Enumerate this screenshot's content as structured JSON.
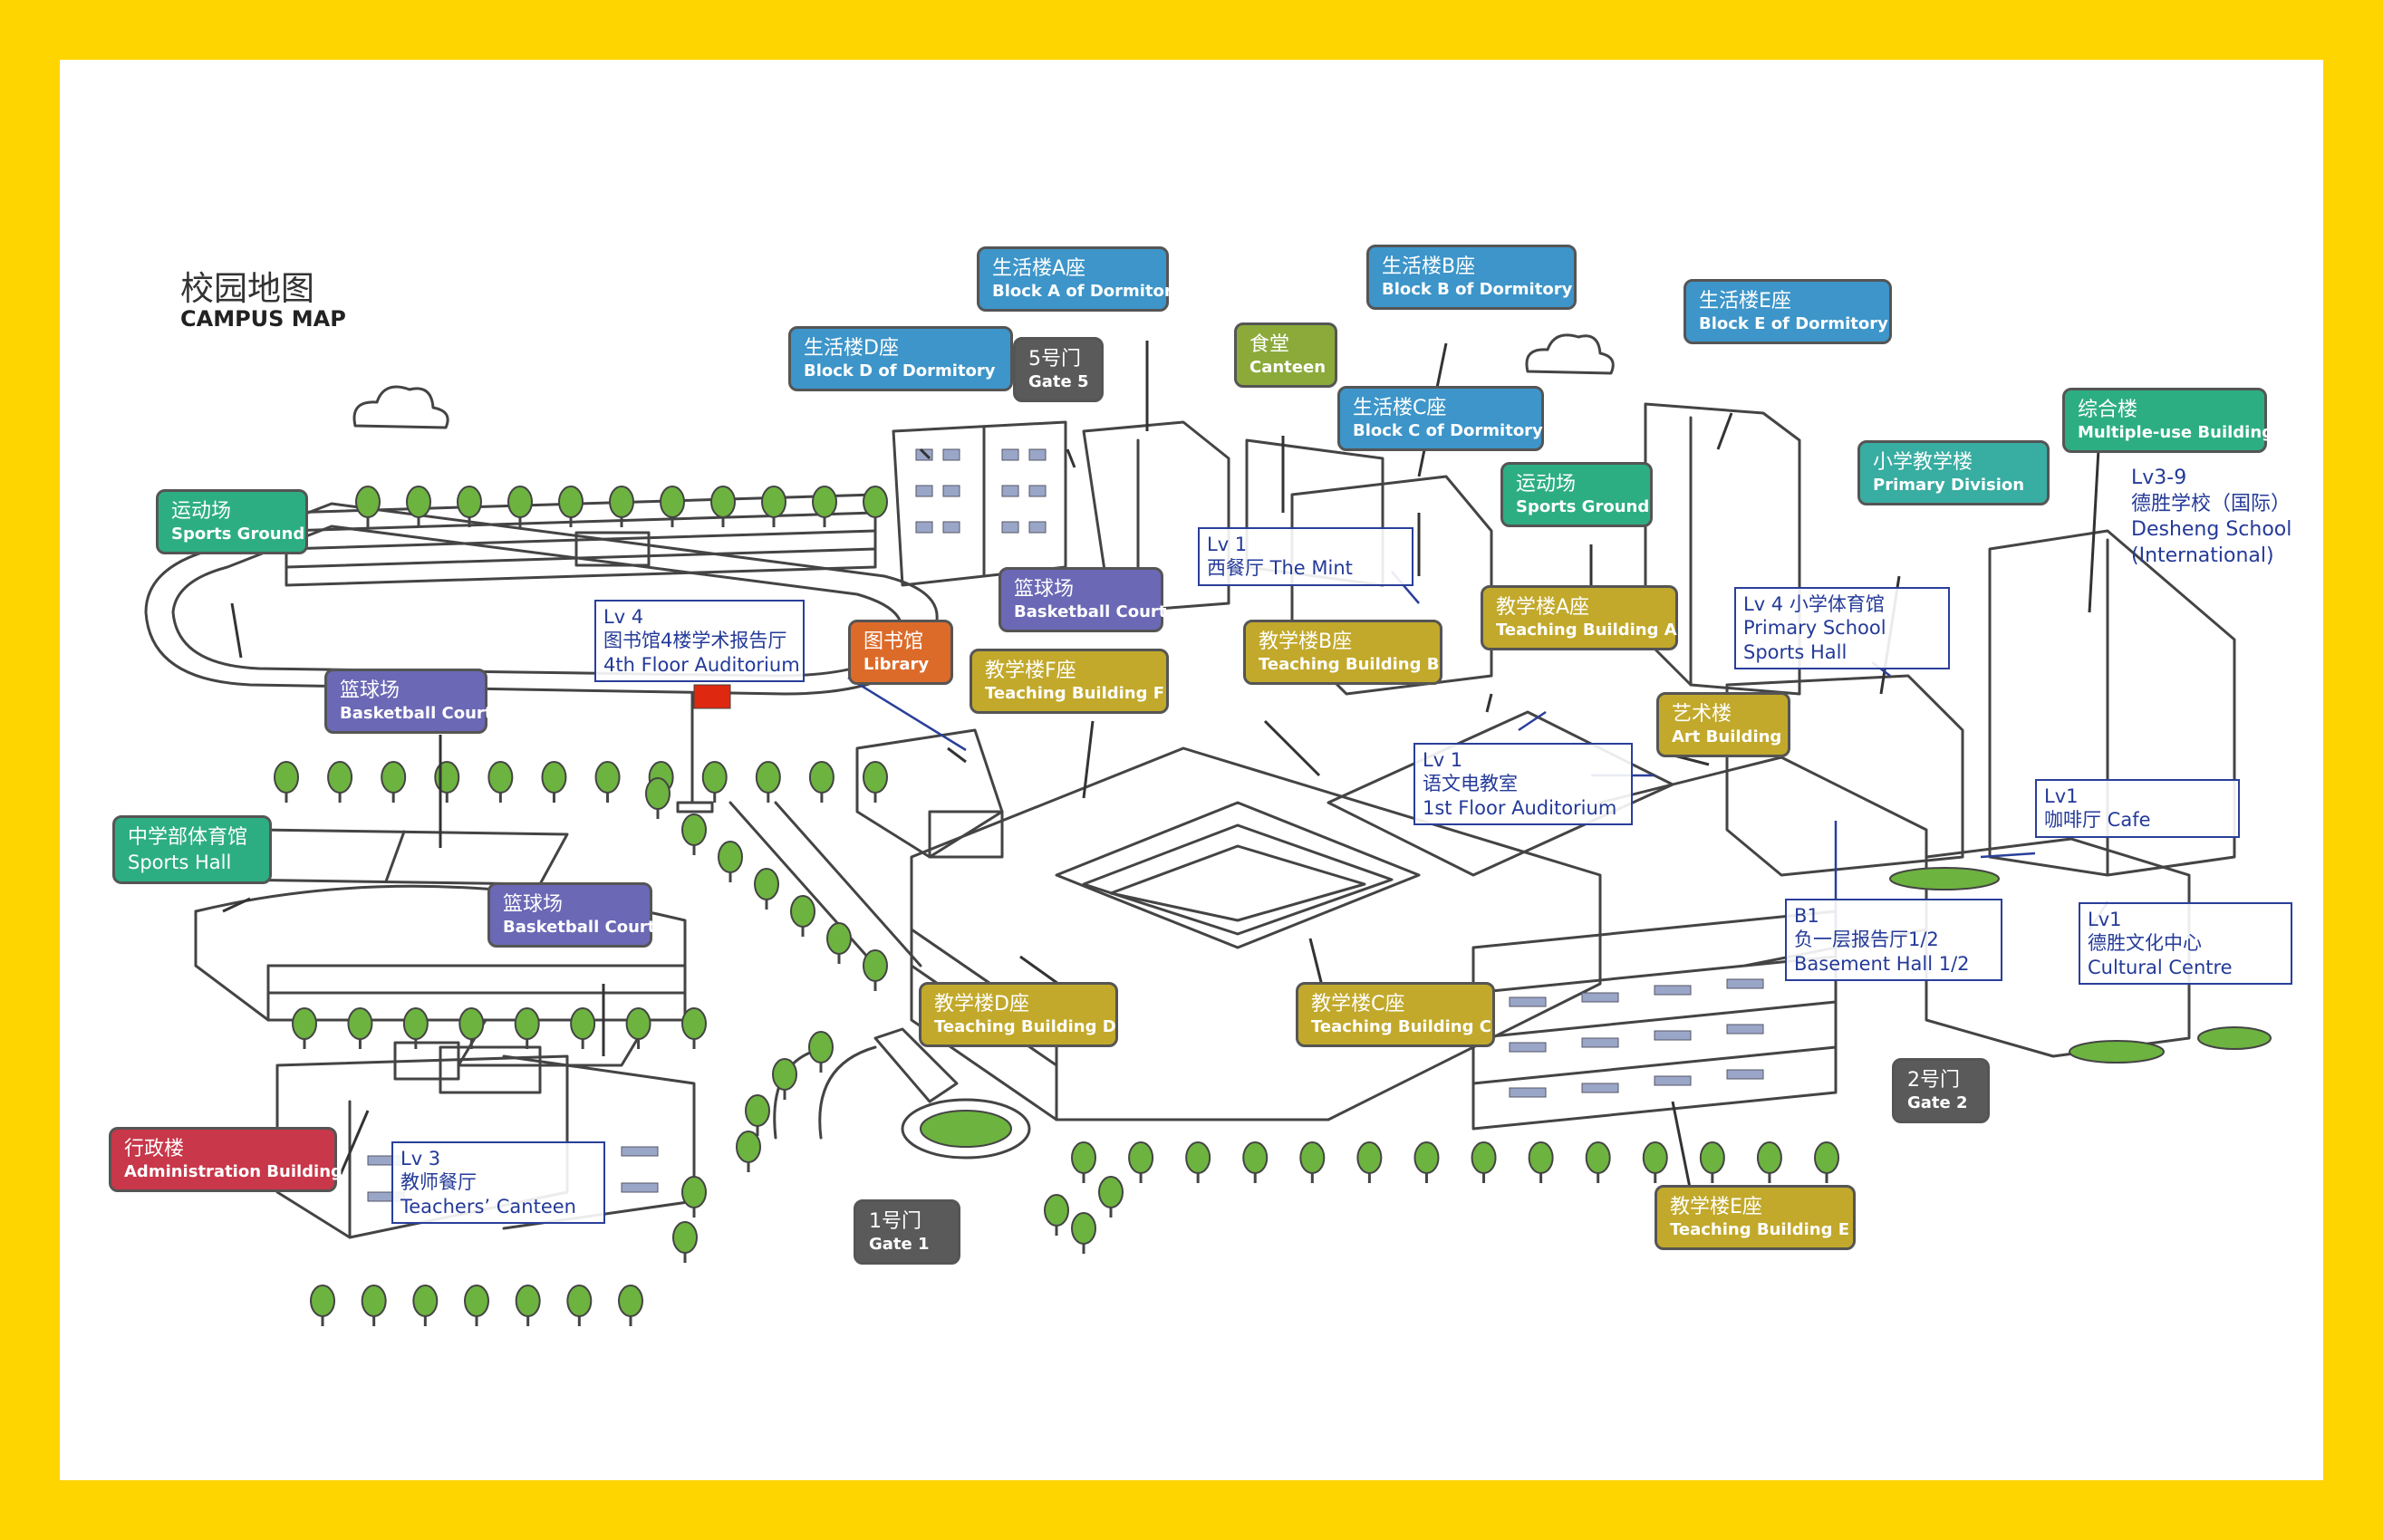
{
  "title": {
    "cn": "校园地图",
    "en": "CAMPUS MAP"
  },
  "colors": {
    "frame": "#FFD500",
    "sports": "#2DAE82",
    "dormitory": "#3D95C9",
    "court": "#6B68B5",
    "teaching": "#C2A92B",
    "library": "#DC6B2A",
    "canteen": "#8BAA3A",
    "admin": "#C8374A",
    "gate": "#5A5A5A",
    "note_border": "#2A3F9A"
  },
  "labels": {
    "sports_ground_w": {
      "cn": "运动场",
      "en": "Sports Ground"
    },
    "basketball_1": {
      "cn": "篮球场",
      "en": "Basketball Court"
    },
    "hs_sports_hall": {
      "cn": "中学部体育馆",
      "en": "Sports Hall"
    },
    "basketball_2": {
      "cn": "篮球场",
      "en": "Basketball Court"
    },
    "admin": {
      "cn": "行政楼",
      "en": "Administration Building"
    },
    "dorm_d": {
      "cn": "生活楼D座",
      "en": "Block D of Dormitory"
    },
    "dorm_a": {
      "cn": "生活楼A座",
      "en": "Block A of Dormitory"
    },
    "gate5": {
      "cn": "5号门",
      "en": "Gate 5"
    },
    "canteen": {
      "cn": "食堂",
      "en": "Canteen"
    },
    "dorm_b": {
      "cn": "生活楼B座",
      "en": "Block B of Dormitory"
    },
    "dorm_c": {
      "cn": "生活楼C座",
      "en": "Block C of Dormitory"
    },
    "dorm_e": {
      "cn": "生活楼E座",
      "en": "Block E of Dormitory"
    },
    "sports_ground_e": {
      "cn": "运动场",
      "en": "Sports Ground"
    },
    "primary": {
      "cn": "小学教学楼",
      "en": "Primary Division"
    },
    "multi": {
      "cn": "综合楼",
      "en": "Multiple-use Building"
    },
    "basketball_3": {
      "cn": "篮球场",
      "en": "Basketball Court"
    },
    "library": {
      "cn": "图书馆",
      "en": "Library"
    },
    "tb_f": {
      "cn": "教学楼F座",
      "en": "Teaching Building F"
    },
    "tb_b": {
      "cn": "教学楼B座",
      "en": "Teaching Building B"
    },
    "tb_a": {
      "cn": "教学楼A座",
      "en": "Teaching Building A"
    },
    "art": {
      "cn": "艺术楼",
      "en": "Art Building"
    },
    "tb_d": {
      "cn": "教学楼D座",
      "en": "Teaching Building D"
    },
    "tb_c": {
      "cn": "教学楼C座",
      "en": "Teaching Building C"
    },
    "tb_e": {
      "cn": "教学楼E座",
      "en": "Teaching Building E"
    },
    "gate1": {
      "cn": "1号门",
      "en": "Gate 1"
    },
    "gate2": {
      "cn": "2号门",
      "en": "Gate 2"
    }
  },
  "notes": {
    "auditorium4": [
      "Lv 4",
      "图书馆4楼学术报告厅",
      "4th Floor Auditorium"
    ],
    "mint": [
      "Lv 1",
      "西餐厅 The Mint"
    ],
    "primary_hall": [
      "Lv 4 小学体育馆",
      "Primary School",
      "Sports Hall"
    ],
    "auditorium1": [
      "Lv 1",
      "语文电教室",
      "1st Floor Auditorium"
    ],
    "cafe": [
      "Lv1",
      "咖啡厅 Cafe"
    ],
    "basement": [
      "B1",
      "负一层报告厅1/2",
      "Basement Hall 1/2"
    ],
    "cultural": [
      "Lv1",
      "德胜文化中心",
      "Cultural Centre"
    ],
    "teachers_canteen": [
      "Lv 3",
      "教师餐厅",
      "Teachers’ Canteen"
    ],
    "desheng": [
      "Lv3-9",
      "德胜学校（国际）",
      "Desheng School",
      "(International)"
    ]
  }
}
